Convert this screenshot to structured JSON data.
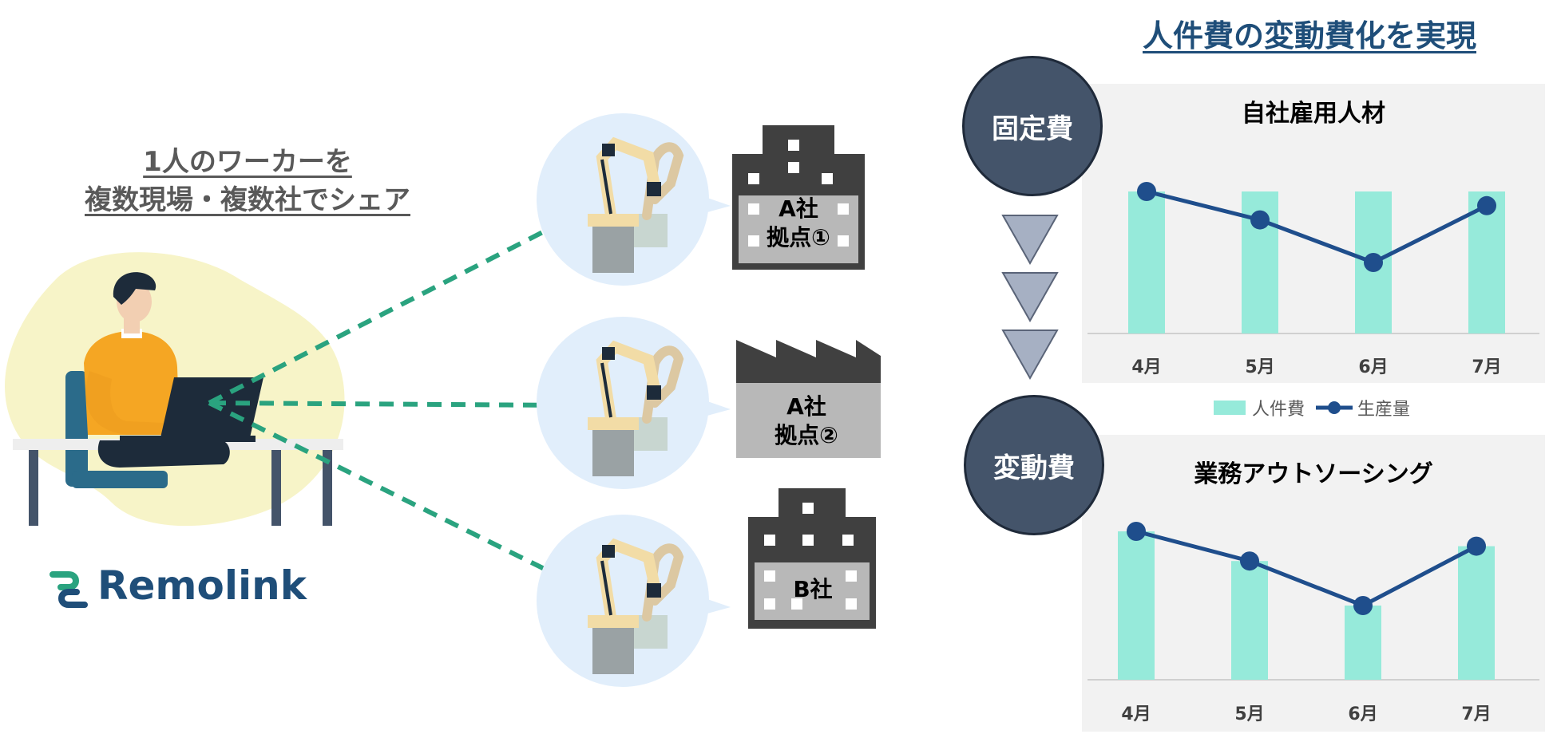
{
  "left": {
    "headline_lines": [
      "1人のワーカーを",
      "複数現場・複数社でシェア"
    ],
    "logo_text": "Remolink"
  },
  "sites": [
    {
      "line1": "A社",
      "line2": "拠点①"
    },
    {
      "line1": "A社",
      "line2": "拠点②"
    },
    {
      "line1": "B社",
      "line2": ""
    }
  ],
  "right": {
    "title": "人件費の変動費化を実現",
    "fixed_label": "固定費",
    "variable_label": "変動費",
    "legend": {
      "bar": "人件費",
      "line": "生産量"
    }
  },
  "colors": {
    "bar": "#96eada",
    "line": "#1f4e8c",
    "dashed": "#2aa37f",
    "circle": "#44546a",
    "arrow": "#a6b0c3"
  },
  "chart_data": [
    {
      "type": "bar",
      "title": "自社雇用人材",
      "categories": [
        "4月",
        "5月",
        "6月",
        "7月"
      ],
      "series": [
        {
          "name": "人件費",
          "type": "bar",
          "values": [
            100,
            100,
            100,
            100
          ]
        },
        {
          "name": "生産量",
          "type": "line",
          "values": [
            100,
            80,
            50,
            90
          ]
        }
      ],
      "ylim": [
        0,
        115
      ]
    },
    {
      "type": "bar",
      "title": "業務アウトソーシング",
      "categories": [
        "4月",
        "5月",
        "6月",
        "7月"
      ],
      "series": [
        {
          "name": "人件費",
          "type": "bar",
          "values": [
            100,
            80,
            50,
            90
          ]
        },
        {
          "name": "生産量",
          "type": "line",
          "values": [
            100,
            80,
            50,
            90
          ]
        }
      ],
      "ylim": [
        0,
        115
      ]
    }
  ]
}
